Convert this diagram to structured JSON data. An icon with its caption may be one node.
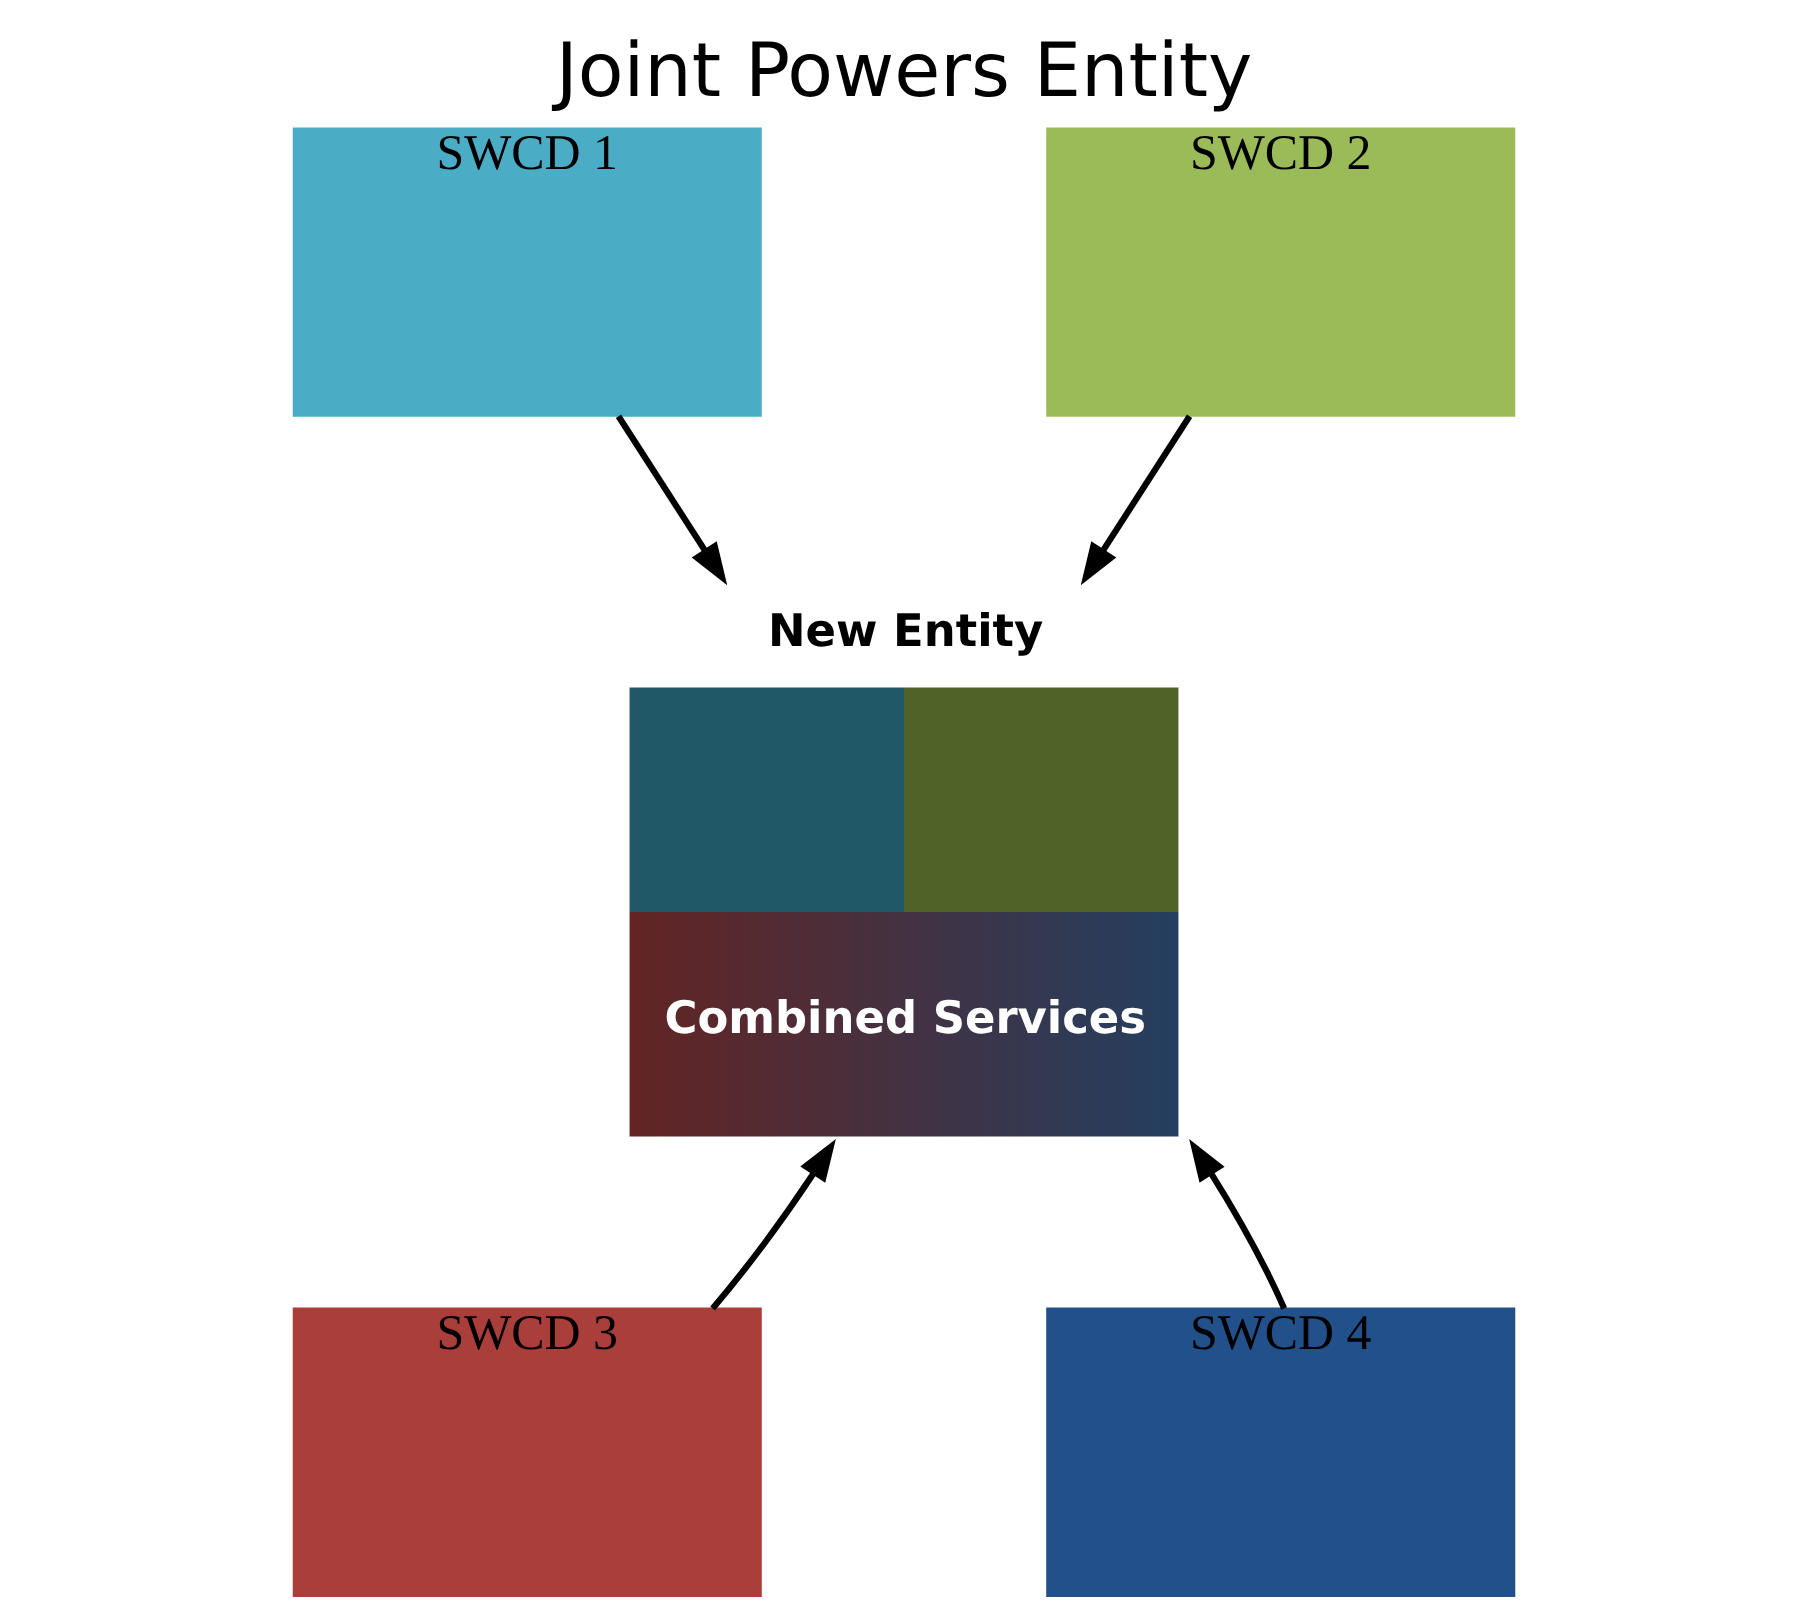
{
  "diagram": {
    "title": "Joint Powers Entity",
    "nodes": [
      {
        "text": [
          "SWCD 1"
        ]
      },
      {
        "text": [
          "SWCD 2"
        ]
      },
      {
        "text": [
          "New Entity",
          "Combined Services"
        ]
      },
      {
        "text": [
          "SWCD 3"
        ]
      },
      {
        "text": [
          "SWCD 4"
        ]
      }
    ],
    "edges": [
      {
        "from": 0,
        "to": 2,
        "arrow": "to"
      },
      {
        "from": 1,
        "to": 2,
        "arrow": "to"
      },
      {
        "from": 3,
        "to": 2,
        "arrow": "to"
      },
      {
        "from": 4,
        "to": 2,
        "arrow": "to"
      }
    ]
  }
}
